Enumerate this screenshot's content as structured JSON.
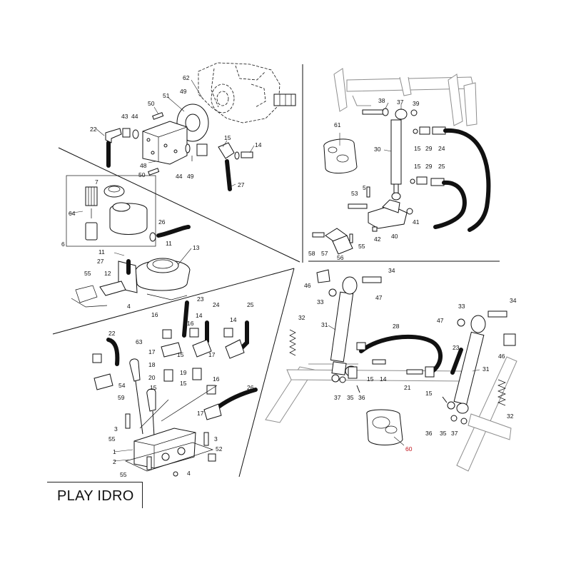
{
  "title": "PLAY IDRO",
  "callout_color": "#111111",
  "highlight_color": "#c0121a",
  "callouts": {
    "top_left": [
      "62",
      "51",
      "49",
      "50",
      "43",
      "44",
      "22",
      "48",
      "50",
      "44",
      "49",
      "15",
      "14",
      "27"
    ],
    "middle_left": [
      "7",
      "64",
      "6",
      "26",
      "11",
      "11",
      "27",
      "13",
      "55",
      "12",
      "4"
    ],
    "bottom_left": [
      "23",
      "24",
      "25",
      "16",
      "14",
      "16",
      "22",
      "14",
      "17",
      "15",
      "17",
      "18",
      "19",
      "63",
      "20",
      "15",
      "54",
      "15",
      "59",
      "16",
      "17",
      "26",
      "3",
      "55",
      "1",
      "2",
      "55",
      "3",
      "52",
      "4"
    ],
    "top_right": [
      "38",
      "37",
      "39",
      "61",
      "30",
      "15",
      "29",
      "24",
      "15",
      "29",
      "25",
      "5",
      "53",
      "40",
      "41",
      "42",
      "58",
      "57",
      "56",
      "55"
    ],
    "bottom_right": [
      "34",
      "46",
      "33",
      "47",
      "32",
      "31",
      "28",
      "33",
      "34",
      "47",
      "46",
      "23",
      "37",
      "35",
      "36",
      "14",
      "15",
      "21",
      "15",
      "31",
      "32",
      "36",
      "35",
      "37",
      "60"
    ]
  }
}
